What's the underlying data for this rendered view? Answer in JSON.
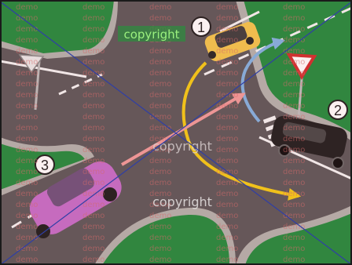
{
  "scene": {
    "watermarks": {
      "copyright_label": "copyright",
      "demo_label": "demo"
    },
    "vehicle_numbers": {
      "taxi": "1",
      "black_car": "2",
      "purple_car": "3"
    },
    "signs": {
      "left_sign": "diverging-triangle",
      "right_sign": "yield-triangle"
    },
    "colors": {
      "asphalt": "#5a5557",
      "grass": "#1f8a3a",
      "sidewalk": "#b2b0ac",
      "line_white": "#f4f4f4",
      "taxi": "#f2c64b",
      "purple_car": "#c46bc8",
      "black_car": "#1b1b1b",
      "arrow_yellow": "#f3cb12",
      "arrow_blue": "#7fb2e2",
      "arrow_pink": "#f09a9a",
      "diagonal_line": "#2f3ea6",
      "overlay_red": "#d46a6a"
    }
  }
}
